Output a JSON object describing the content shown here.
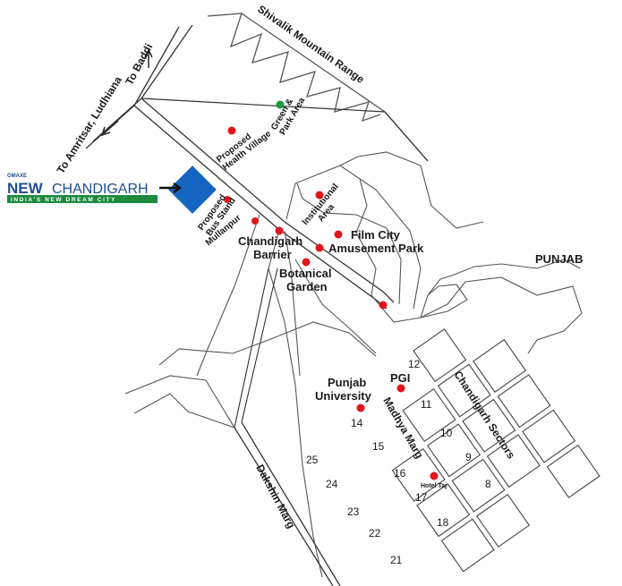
{
  "colors": {
    "line": "#555555",
    "road": "#333333",
    "marker": "#e0161d",
    "green_marker": "#1c9b3b",
    "project_block": "#1565c0",
    "logo_green": "#1e8a3e",
    "logo_blue": "#1f4e8f"
  },
  "logo": {
    "brand_small": "OMAXE",
    "brand_new": "NEW",
    "brand_city": "CHANDIGARH",
    "tagline": "INDIA'S NEW DREAM CITY"
  },
  "road_labels": {
    "to_baddi": "To Baddi",
    "to_amritsar": "To Amritsar, Ludhiana",
    "shivalik": "Shivalik Mountain Range",
    "madhya_marg": "Madhya Marg",
    "dakshin_marg": "Dakshin Marg",
    "chandigarh_sectors": "Chandigarh Sectors"
  },
  "places": {
    "health_village": "Proposed\nHealth Village",
    "green_park": "Green &\nPark Area",
    "bus_stand": "Proposed\nBus Stand",
    "mullanpur": "Mullanpur",
    "institutional": "Institutional\nArea",
    "chandigarh_barrier": "Chandigarh\nBarrier",
    "film_city": "Film City",
    "amusement_park": "Amusement Park",
    "botanical_garden": "Botanical\nGarden",
    "punjab": "PUNJAB",
    "punjab_university": "Punjab\nUniversity",
    "pgi": "PGI",
    "hotel_taj": "Hotel Taj"
  },
  "sectors": [
    "12",
    "11",
    "14",
    "10",
    "15",
    "25",
    "9",
    "16",
    "24",
    "8",
    "17",
    "23",
    "18",
    "22",
    "21"
  ]
}
